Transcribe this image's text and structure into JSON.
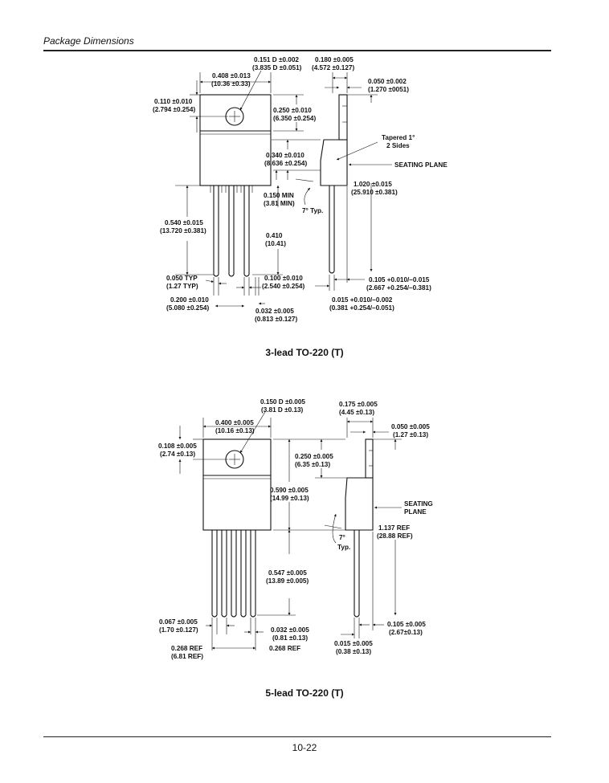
{
  "header": {
    "title": "Package Dimensions"
  },
  "footer": {
    "page_number": "10-22"
  },
  "figure_3lead": {
    "caption": "3-lead TO-220 (T)",
    "d_hole_in": "0.151 D ±0.002",
    "d_hole_mm": "(3.835 D ±0.051)",
    "d_tab_t_in": "0.180 ±0.005",
    "d_tab_t_mm": "(4.572 ±0.127)",
    "d_width_in": "0.408 ±0.013",
    "d_width_mm": "(10.36 ±0.33)",
    "d_lead_t_in": "0.050 ±0.002",
    "d_lead_t_mm": "(1.270 ±0051)",
    "d_top_in": "0.110 ±0.010",
    "d_top_mm": "(2.794 ±0.254)",
    "d_hole_pos_in": "0.250 ±0.010",
    "d_hole_pos_mm": "(6.350 ±0.254)",
    "tapered_1": "Tapered 1°",
    "tapered_2": "2 Sides",
    "d_body_in": "0.340 ±0.010",
    "d_body_mm": "(8.636 ±0.254)",
    "seating_plane": "SEATING PLANE",
    "d_overall_in": "1.020 ±0.015",
    "d_overall_mm": "(25.910 ±0.381)",
    "d_min_in": "0.150 MIN",
    "d_min_mm": "(3.81 MIN)",
    "typ_angle": "7° Typ.",
    "d_lead_len_in": "0.540 ±0.015",
    "d_lead_len_mm": "(13.720 ±0.381)",
    "d_ref_in": "0.410",
    "d_ref_mm": "(10.41)",
    "d_pitch_typ_in": "0.050 TYP",
    "d_pitch_typ_mm": "(1.27 TYP)",
    "d_pitch_in": "0.100 ±0.010",
    "d_pitch_mm": "(2.540 ±0.254)",
    "d_off_in": "0.105 +0.010/–0.015",
    "d_off_mm": "(2.667 +0.254/–0.381)",
    "d_span_in": "0.200 ±0.010",
    "d_span_mm": "(5.080 ±0.254)",
    "d_lt_in": "0.015 +0.010/–0.002",
    "d_lt_mm": "(0.381 +0.254/–0.051)",
    "d_lw_in": "0.032 ±0.005",
    "d_lw_mm": "(0.813 ±0.127)"
  },
  "figure_5lead": {
    "caption": "5-lead TO-220 (T)",
    "d_hole_in": "0.150 D ±0.005",
    "d_hole_mm": "(3.81 D ±0.13)",
    "d_tab_t_in": "0.175 ±0.005",
    "d_tab_t_mm": "(4.45 ±0.13)",
    "d_width_in": "0.400 ±0.005",
    "d_width_mm": "(10.16 ±0.13)",
    "d_lead_t_in": "0.050 ±0.005",
    "d_lead_t_mm": "(1.27 ±0.13)",
    "d_top_in": "0.108 ±0.005",
    "d_top_mm": "(2.74 ±0.13)",
    "d_hole_pos_in": "0.250 ±0.005",
    "d_hole_pos_mm": "(6.35 ±0.13)",
    "d_body_in": "0.590 ±0.005",
    "d_body_mm": "(14.99 ±0.13)",
    "seating_1": "SEATING",
    "seating_2": "PLANE",
    "d_overall_in": "1.137 REF",
    "d_overall_mm": "(28.88 REF)",
    "angle": "7°",
    "typ": "Typ.",
    "d_lead_len_in": "0.547 ±0.005",
    "d_lead_len_mm": "(13.89 ±0.005)",
    "d_pitch_in": "0.067 ±0.005",
    "d_pitch_mm": "(1.70 ±0.127)",
    "d_lw_in": "0.032 ±0.005",
    "d_lw_mm": "(0.81 ±0.13)",
    "d_off_in": "0.105 ±0.005",
    "d_off_mm": "(2.67±0.13)",
    "d_span_in": "0.268 REF",
    "d_span_mm": "(6.81 REF)",
    "d_span2": "0.268 REF",
    "d_lt_in": "0.015 ±0.005",
    "d_lt_mm": "(0.38 ±0.13)"
  }
}
